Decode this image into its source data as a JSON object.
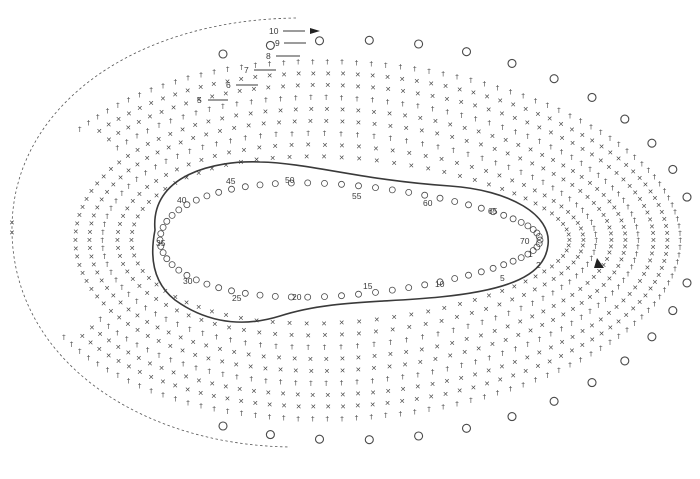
{
  "diagram": {
    "chain_stitch_count": 70,
    "chain_labels": [
      "1",
      "5",
      "10",
      "15",
      "20",
      "25",
      "30",
      "35",
      "40",
      "45",
      "50",
      "55",
      "60",
      "65",
      "70"
    ],
    "row_labels": [
      "2",
      "5",
      "6",
      "7",
      "8",
      "9",
      "10"
    ],
    "colors": {
      "ink": "#4a4a4a",
      "paper": "#ffffff"
    },
    "symbols": [
      "chain-stitch-oval",
      "single-crochet-x",
      "double-crochet-t",
      "picot-loop",
      "arrow-marker"
    ]
  }
}
